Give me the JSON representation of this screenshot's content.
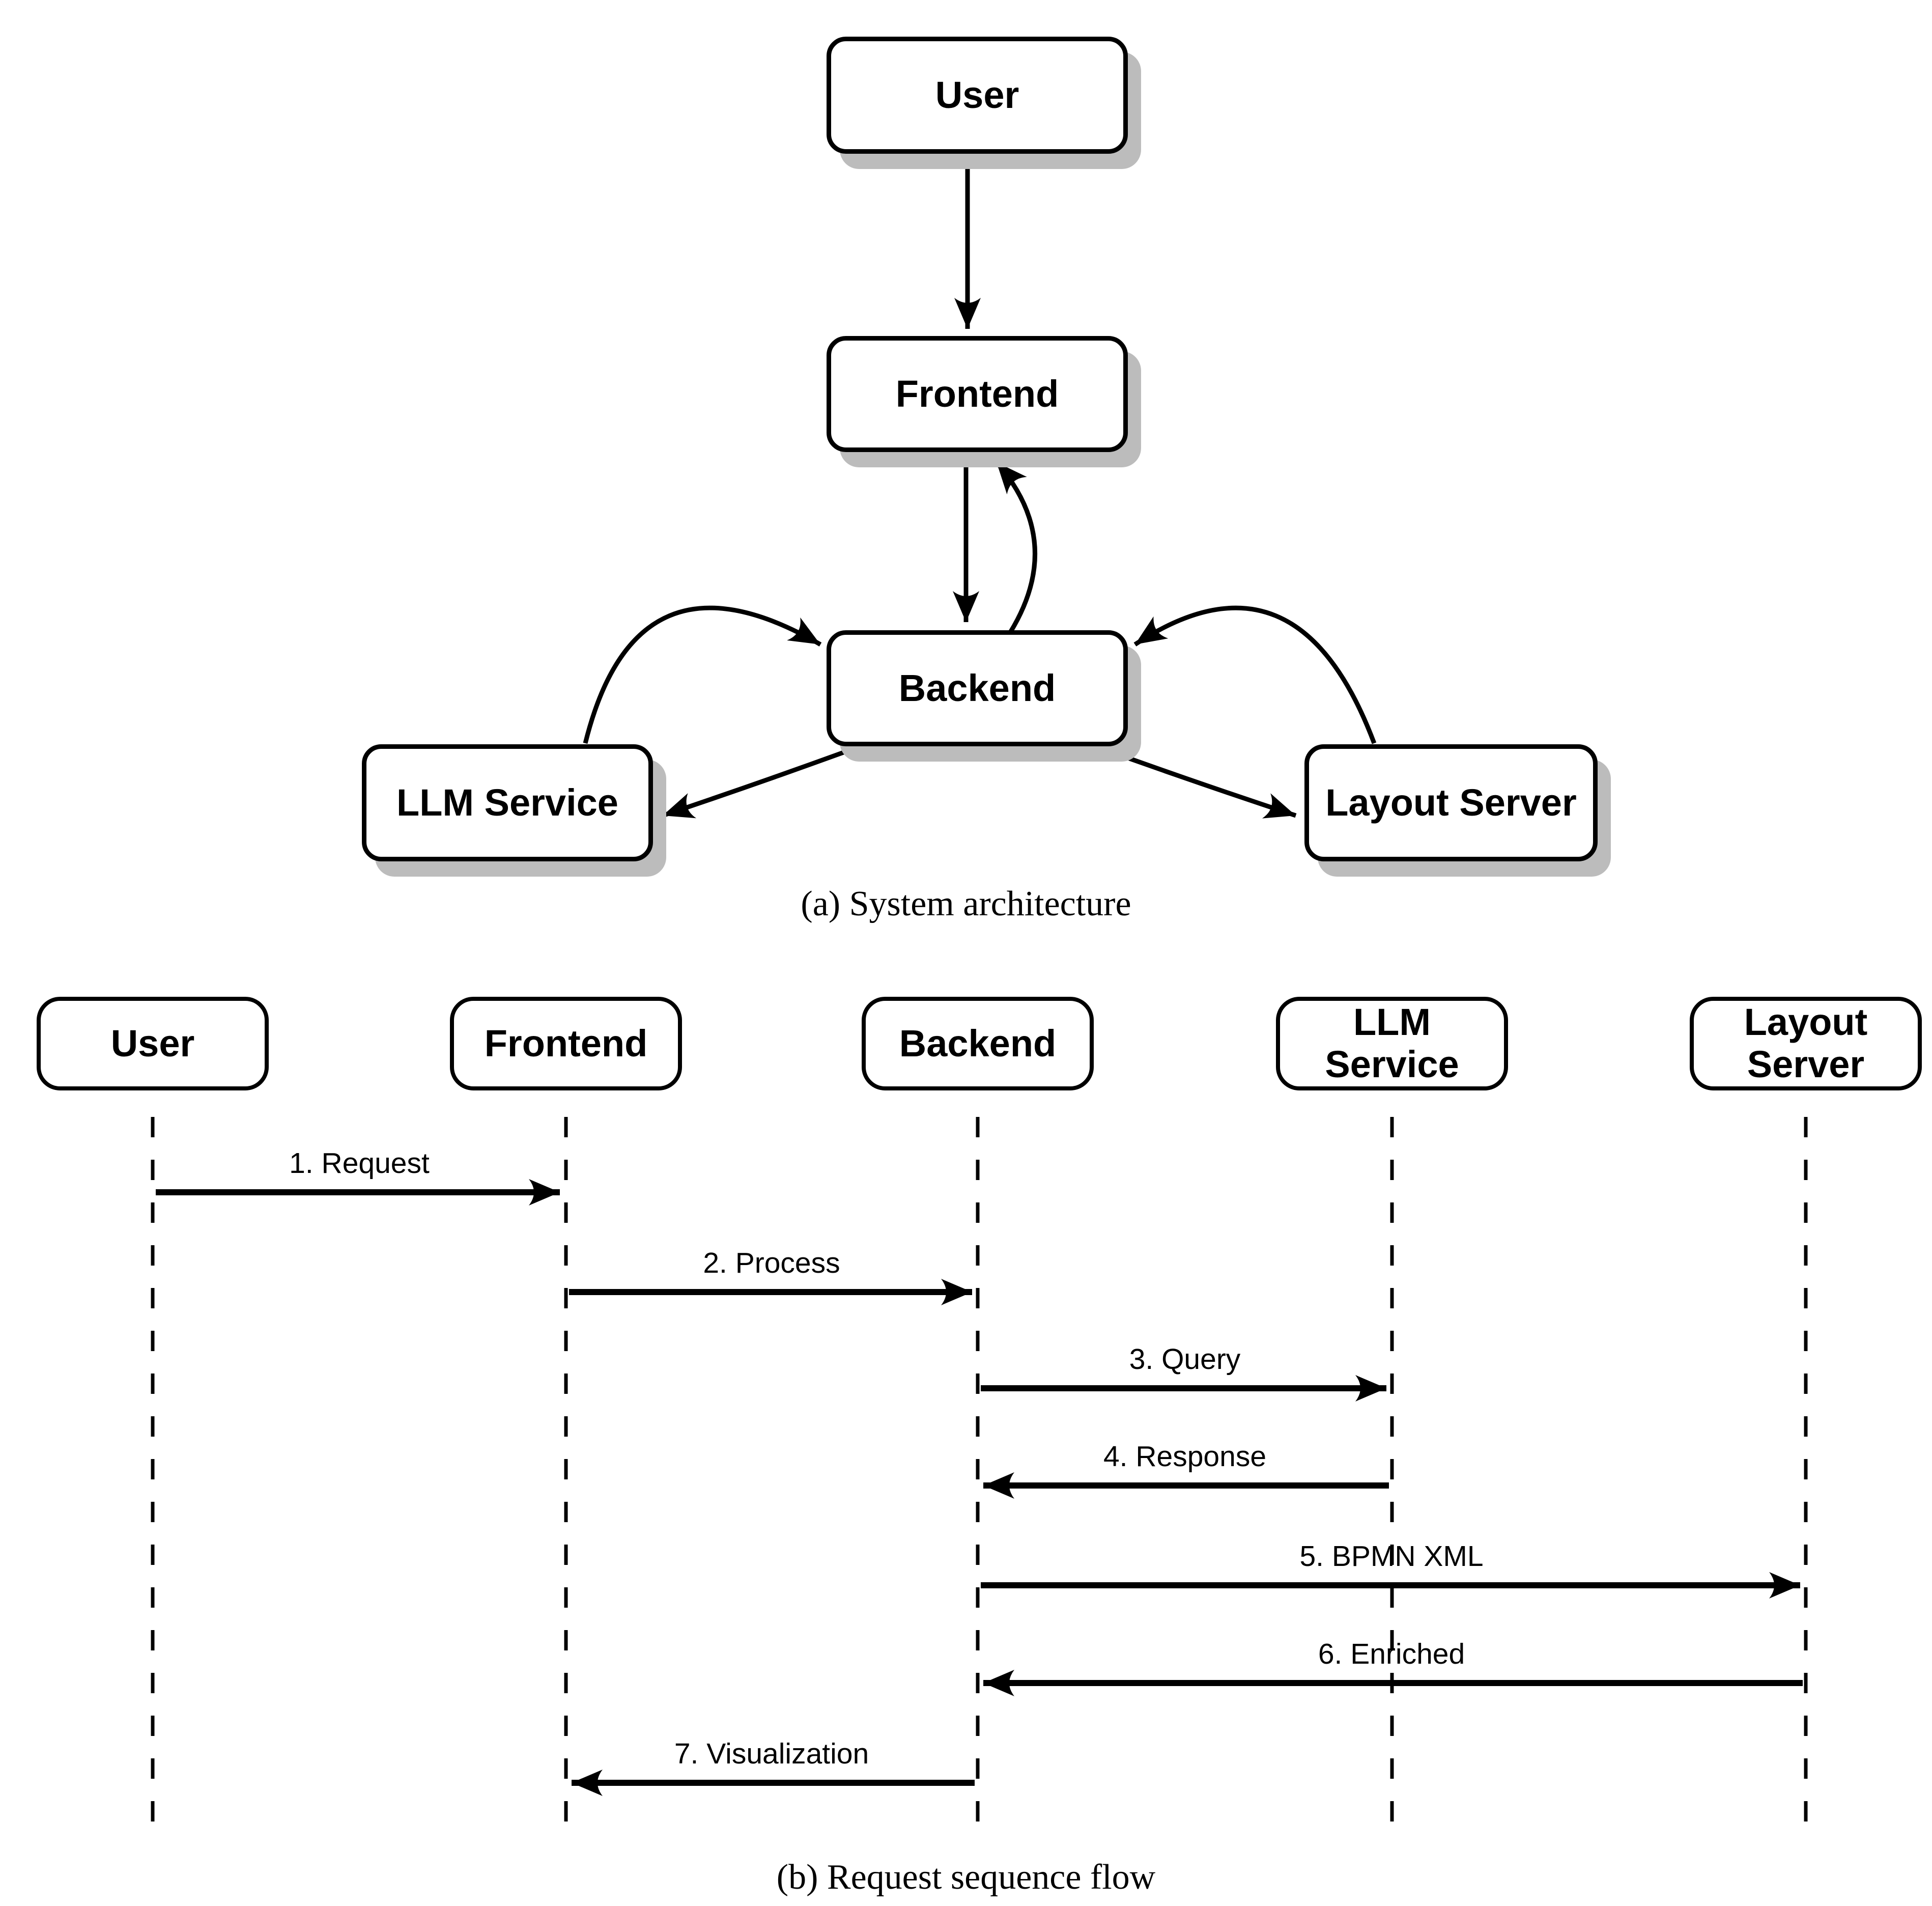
{
  "figure": {
    "colors": {
      "line": "#000000",
      "box_fill": "#ffffff",
      "shadow": "#bcbcbc",
      "text": "#000000"
    },
    "architecture": {
      "caption": "(a) System architecture",
      "nodes": [
        {
          "label": "User"
        },
        {
          "label": "Frontend"
        },
        {
          "label": "Backend"
        },
        {
          "label": "LLM Service"
        },
        {
          "label": "Layout Server"
        }
      ],
      "edges": [
        {
          "from": "User",
          "to": "Frontend",
          "style": "straight"
        },
        {
          "from": "Frontend",
          "to": "Backend",
          "style": "straight"
        },
        {
          "from": "Backend",
          "to": "Frontend",
          "style": "curved"
        },
        {
          "from": "LLM Service",
          "to": "Backend",
          "style": "curved"
        },
        {
          "from": "Backend",
          "to": "LLM Service",
          "style": "curved"
        },
        {
          "from": "Layout Server",
          "to": "Backend",
          "style": "curved"
        },
        {
          "from": "Backend",
          "to": "Layout Server",
          "style": "curved"
        }
      ]
    },
    "sequence": {
      "caption": "(b) Request sequence flow",
      "participants": [
        {
          "label": "User"
        },
        {
          "label": "Frontend"
        },
        {
          "label": "Backend"
        },
        {
          "label": "LLM Service"
        },
        {
          "label": "Layout Server"
        }
      ],
      "messages": [
        {
          "label": "1. Request",
          "from": "User",
          "to": "Frontend"
        },
        {
          "label": "2. Process",
          "from": "Frontend",
          "to": "Backend"
        },
        {
          "label": "3. Query",
          "from": "Backend",
          "to": "LLM Service"
        },
        {
          "label": "4. Response",
          "from": "LLM Service",
          "to": "Backend"
        },
        {
          "label": "5. BPMN XML",
          "from": "Backend",
          "to": "Layout Server"
        },
        {
          "label": "6. Enriched",
          "from": "Layout Server",
          "to": "Backend"
        },
        {
          "label": "7. Visualization",
          "from": "Backend",
          "to": "Frontend"
        }
      ]
    }
  }
}
